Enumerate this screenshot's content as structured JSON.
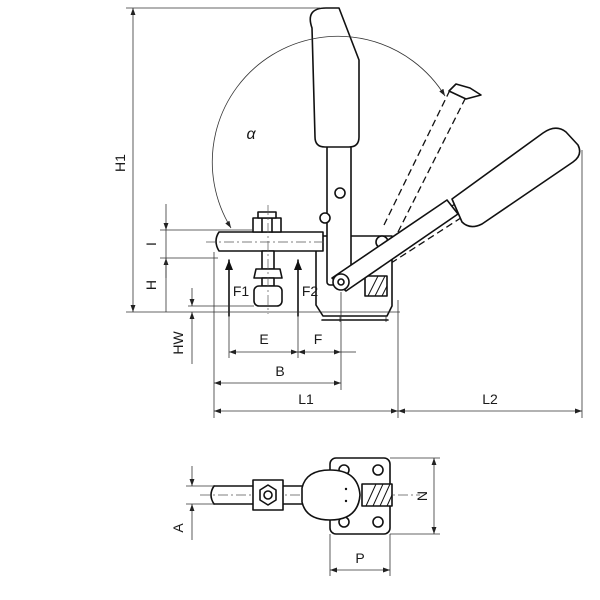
{
  "drawing": {
    "colors": {
      "line": "#111111",
      "background": "#ffffff"
    },
    "labels": {
      "H1": "H1",
      "alpha": "α",
      "I": "I",
      "H": "H",
      "F1": "F1",
      "F2": "F2",
      "HW": "HW",
      "E": "E",
      "F": "F",
      "B": "B",
      "L1": "L1",
      "L2": "L2",
      "A": "A",
      "N": "N",
      "P": "P"
    }
  }
}
